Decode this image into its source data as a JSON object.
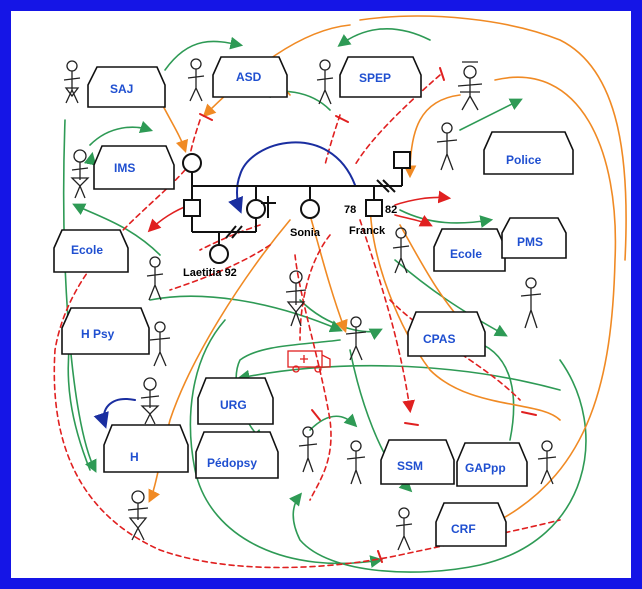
{
  "colors": {
    "border": "#1515e6",
    "service_text": "#1f4fd0",
    "green": "#2e9a55",
    "orange": "#f08a24",
    "red": "#e02020",
    "navy": "#1a2ea0",
    "ink": "#111111"
  },
  "services": {
    "saj": "SAJ",
    "asd": "ASD",
    "spep": "SPEP",
    "ims": "IMS",
    "police": "Police",
    "ecole_left": "Ecole",
    "ecole_right": "Ecole",
    "pms": "PMS",
    "hpsy": "H Psy",
    "cpas": "CPAS",
    "urg": "URG",
    "h": "H",
    "pedopsy": "Pédopsy",
    "ssm": "SSM",
    "gappp": "GAPpp",
    "crf": "CRF"
  },
  "genogram": {
    "child_label": "Laetitia 92",
    "mother_name": "Sonia",
    "mother_year": "78",
    "father_name": "Franck",
    "father_year": "82"
  }
}
